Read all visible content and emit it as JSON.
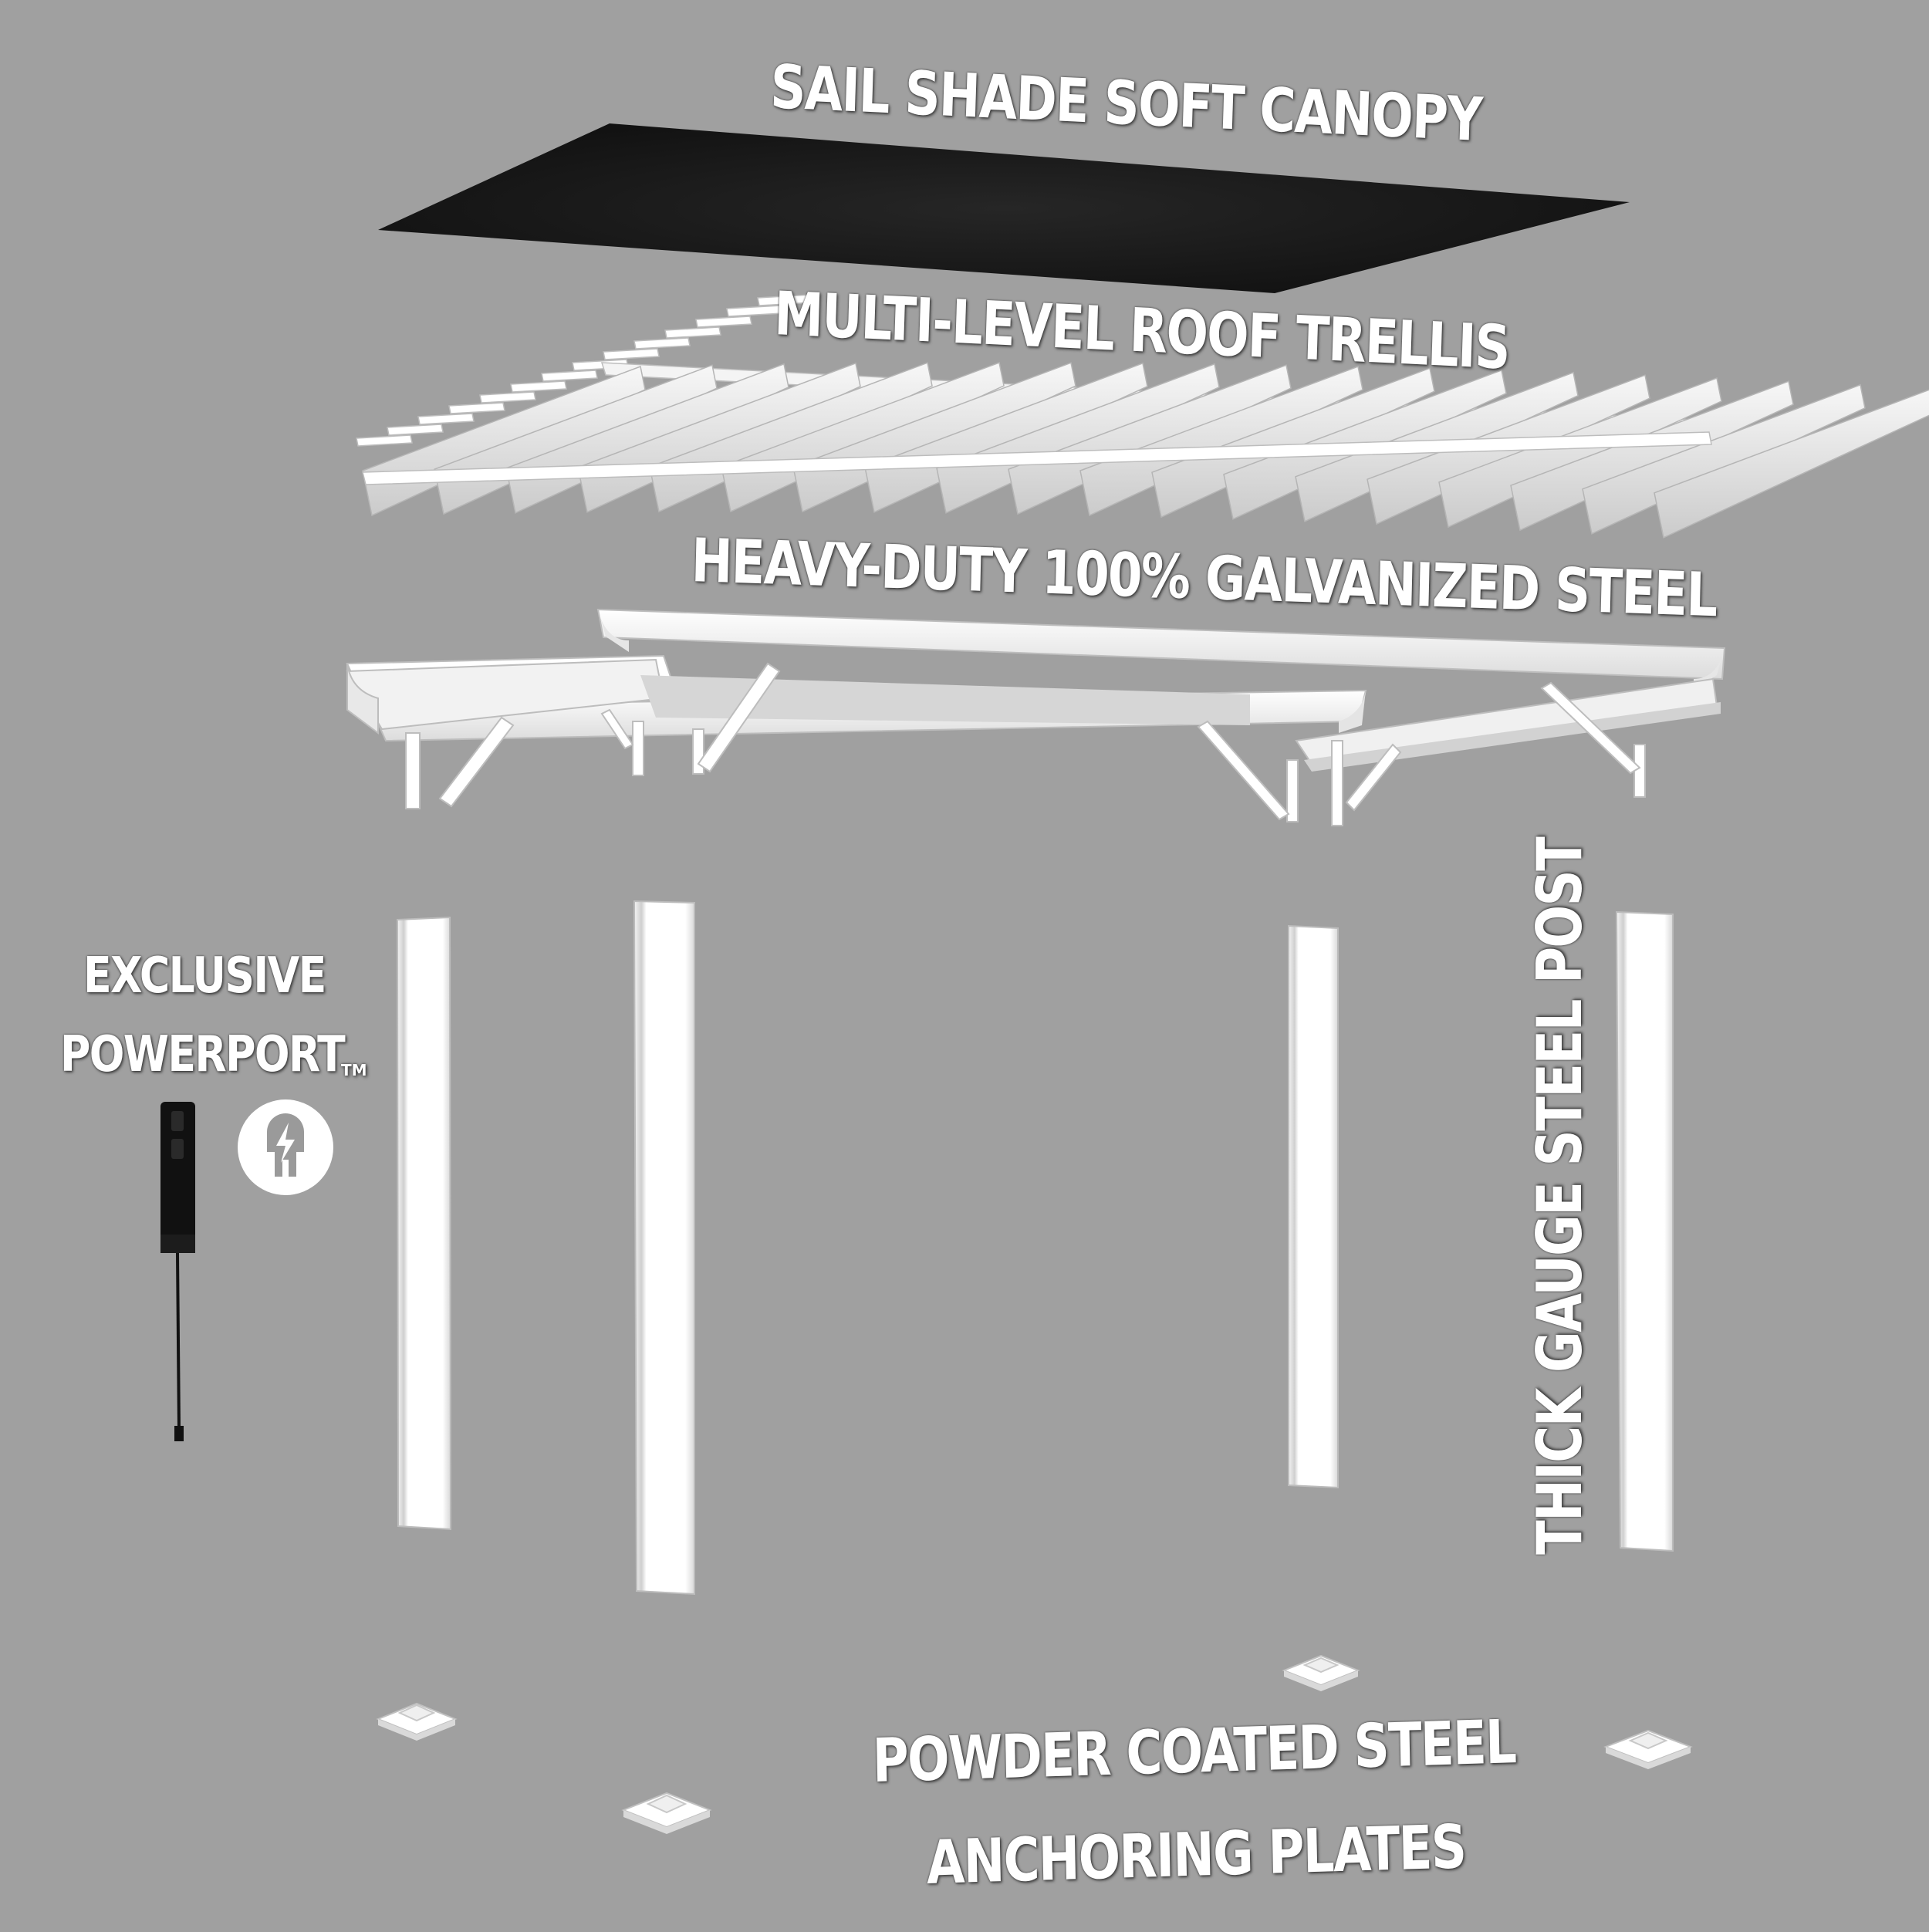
{
  "labels": {
    "canopy": "SAIL SHADE SOFT CANOPY",
    "trellis": "MULTI-LEVEL ROOF TRELLIS",
    "steel": "HEAVY-DUTY 100% GALVANIZED STEEL",
    "powerport_line1": "EXCLUSIVE",
    "powerport_line2": "POWERPORT",
    "powerport_tm": "TM",
    "post": "THICK GAUGE STEEL POST",
    "plates_line1": "POWDER COATED STEEL",
    "plates_line2": "ANCHORING PLATES"
  },
  "icons": {
    "power": "power-plug-icon",
    "powerport_device": "powerport-device-icon"
  },
  "colors": {
    "background": "#a0a0a0",
    "canopy": "#1a1a1a",
    "frame": "#ffffff",
    "device": "#111111"
  }
}
